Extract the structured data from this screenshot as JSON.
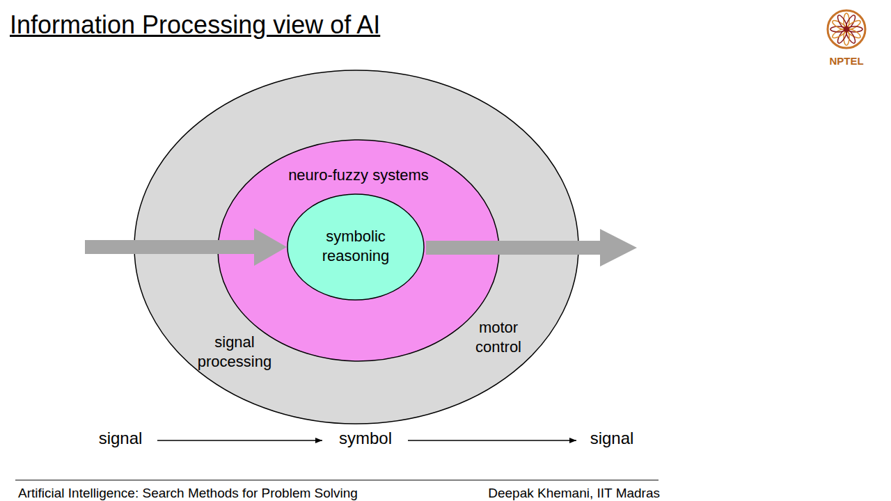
{
  "diagram": {
    "title": "Information Processing view of AI",
    "nodes": [
      {
        "text": [
          "signal processing",
          "motor control"
        ]
      },
      {
        "text": [
          "neuro-fuzzy systems"
        ],
        "in": 0
      },
      {
        "text": [
          "symbolic reasoning"
        ],
        "in": 1
      }
    ],
    "labels": [
      "signal",
      "symbol",
      "signal",
      "NPTEL",
      "Artificial Intelligence: Search Methods for Problem Solving",
      "Deepak Khemani, IIT Madras"
    ]
  }
}
